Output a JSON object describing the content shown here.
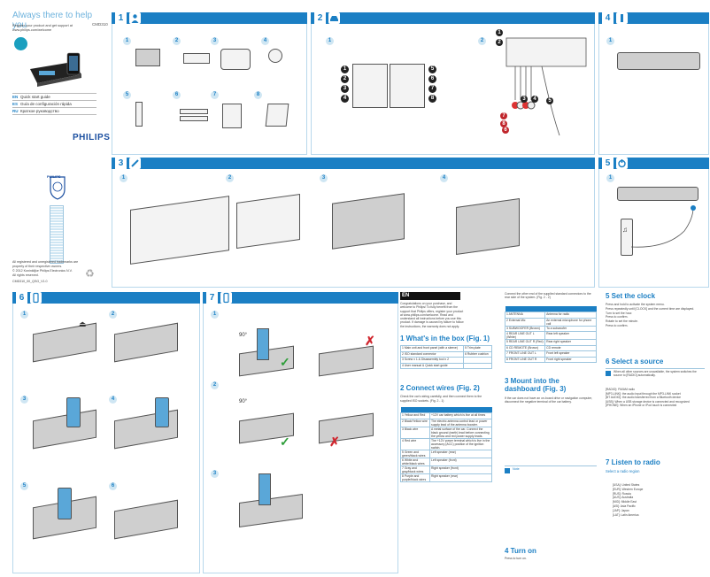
{
  "cover": {
    "title": "Always there to help you",
    "subtitle_line1": "Register your product and get support at",
    "subtitle_line2": "www.philips.com/welcome",
    "model": "CMD310",
    "brand": "PHILIPS",
    "languages": [
      {
        "code": "EN",
        "name": "Quick start guide"
      },
      {
        "code": "ES",
        "name": "Guía de configuración rápida"
      },
      {
        "code": "RU",
        "name": "Краткое руководство"
      }
    ],
    "legal_line1": "All registered and unregistered trademarks are",
    "legal_line2": "property of their respective owners.",
    "legal_line3": "© 2012 Koninklijke Philips Electronics N.V.",
    "legal_line4": "All rights reserved.",
    "doc_code": "CMD310_00_QSG_V1.0"
  },
  "steps": {
    "s1": "1",
    "s2": "2",
    "s3": "3",
    "s4": "4",
    "s5": "5",
    "s6": "6",
    "s7": "7"
  },
  "wiring": {
    "left_nums": [
      "1",
      "2",
      "3",
      "4"
    ],
    "right_nums": [
      "5",
      "6",
      "7",
      "8"
    ]
  },
  "guide": {
    "lang": "EN",
    "intro": "Congratulations on your purchase, and welcome to Philips! To fully benefit from the support that Philips offers, register your product at www.philips.com/welcome. Read and understand all instructions before you use this product. If damage is caused by failure to follow the instructions, the warranty does not apply.",
    "sec1_title": "1  What's in the box (Fig. 1)",
    "box_rows": [
      [
        "1 Main unit and front panel (with a sleeve)",
        "5 Trim plate"
      ],
      [
        "2 ISO standard connector",
        "6 Rubber cushion"
      ],
      [
        "3 Screw x 1 & Disassembly tool x 2",
        ""
      ],
      [
        "4 User manual & Quick start guide",
        ""
      ]
    ],
    "sec2_title": "2  Connect wires (Fig. 2)",
    "sec2_text": "Check the car's wiring carefully, and then connect them to the supplied ISO sockets. (Fig. 2 - 1)",
    "wire_rows": [
      [
        "1 Yellow and Red",
        "+12V car battery which is live at all times"
      ],
      [
        "2 Black/Yellow wire",
        "The electric antenna control lead or power supply lead of the antenna booster."
      ],
      [
        "3 Black wire",
        "A metal surface of the car. Connect the black ground (earth) lead before connecting the yellow and red power supply leads."
      ],
      [
        "4 Red wire",
        "The +12V power terminal which is live in the accessory (ACC) position of the ignition switch."
      ],
      [
        "5 Green and green/black wires",
        "Left speaker (rear)"
      ],
      [
        "6 White and white/black wires",
        "Left speaker (front)"
      ],
      [
        "7 Gray and gray/black wires",
        "Right speaker (front)"
      ],
      [
        "8 Purple and purple/black wires",
        "Right speaker (rear)"
      ]
    ],
    "col2_intro": "Connect the other end of the supplied standard connectors to the rear side of the system. (Fig. 2 - 2)",
    "conn_rows": [
      [
        "1 ANTENNA",
        "Antenna for radio"
      ],
      [
        "2 External Mic",
        "An external microphone for phone call"
      ],
      [
        "3 SUBWOOFER (Brown)",
        "To a subwoofer"
      ],
      [
        "4 REAR LINE OUT L (White)",
        "Rear left speaker"
      ],
      [
        "5 REAR LINE OUT R (Red)",
        "Rear right speaker"
      ],
      [
        "6 CD REMOTE (Brown)",
        "CD remote"
      ],
      [
        "7 FRONT LINE OUT L",
        "Front left speaker"
      ],
      [
        "8 FRONT LINE OUT R",
        "Front right speaker"
      ]
    ],
    "sec3_title": "3  Mount into the dashboard (Fig. 3)",
    "sec3_text": "If the car does not have an on-board drive or navigation computer, disconnect the negative terminal of the car battery.",
    "note_label": "Note",
    "sec4_title": "4  Turn on",
    "sec4_text": "Press to turn on.",
    "sec5_title": "5  Set the clock",
    "clock_steps": [
      "Press and hold to activate the system menu.",
      "Press repeatedly until [CLOCK] and the current time are displayed.",
      "Turn to set the hour.",
      "Press to confirm.",
      "Rotate to set the minute.",
      "Press to confirm."
    ],
    "sec6_title": "6  Select a source",
    "sec6_note": "When all other sources are unavailable, the system switches the source to [RADIO] automatically.",
    "sources": [
      "[RADIO]: FM/AM radio",
      "[MP3-LINK]: the audio input through the MP3-LINK socket",
      "[BT AUDIO]: the audio transferred from a Bluetooth device",
      "[USB]: When a USB storage device is connected and recognized",
      "[iPHONE]: When an iPhone or iPod touch is connected"
    ],
    "sec7_title": "7  Listen to radio",
    "sec7_sub": "Select a radio region",
    "regions": [
      "[USA]: United States",
      "[EUR]: Western Europe",
      "[RUS]: Russia",
      "[AUS]: Australia",
      "[MID]: Middle East",
      "[ASI]: Asia Pacific",
      "[JAP]: Japan",
      "[LAT]: Latin America"
    ]
  }
}
